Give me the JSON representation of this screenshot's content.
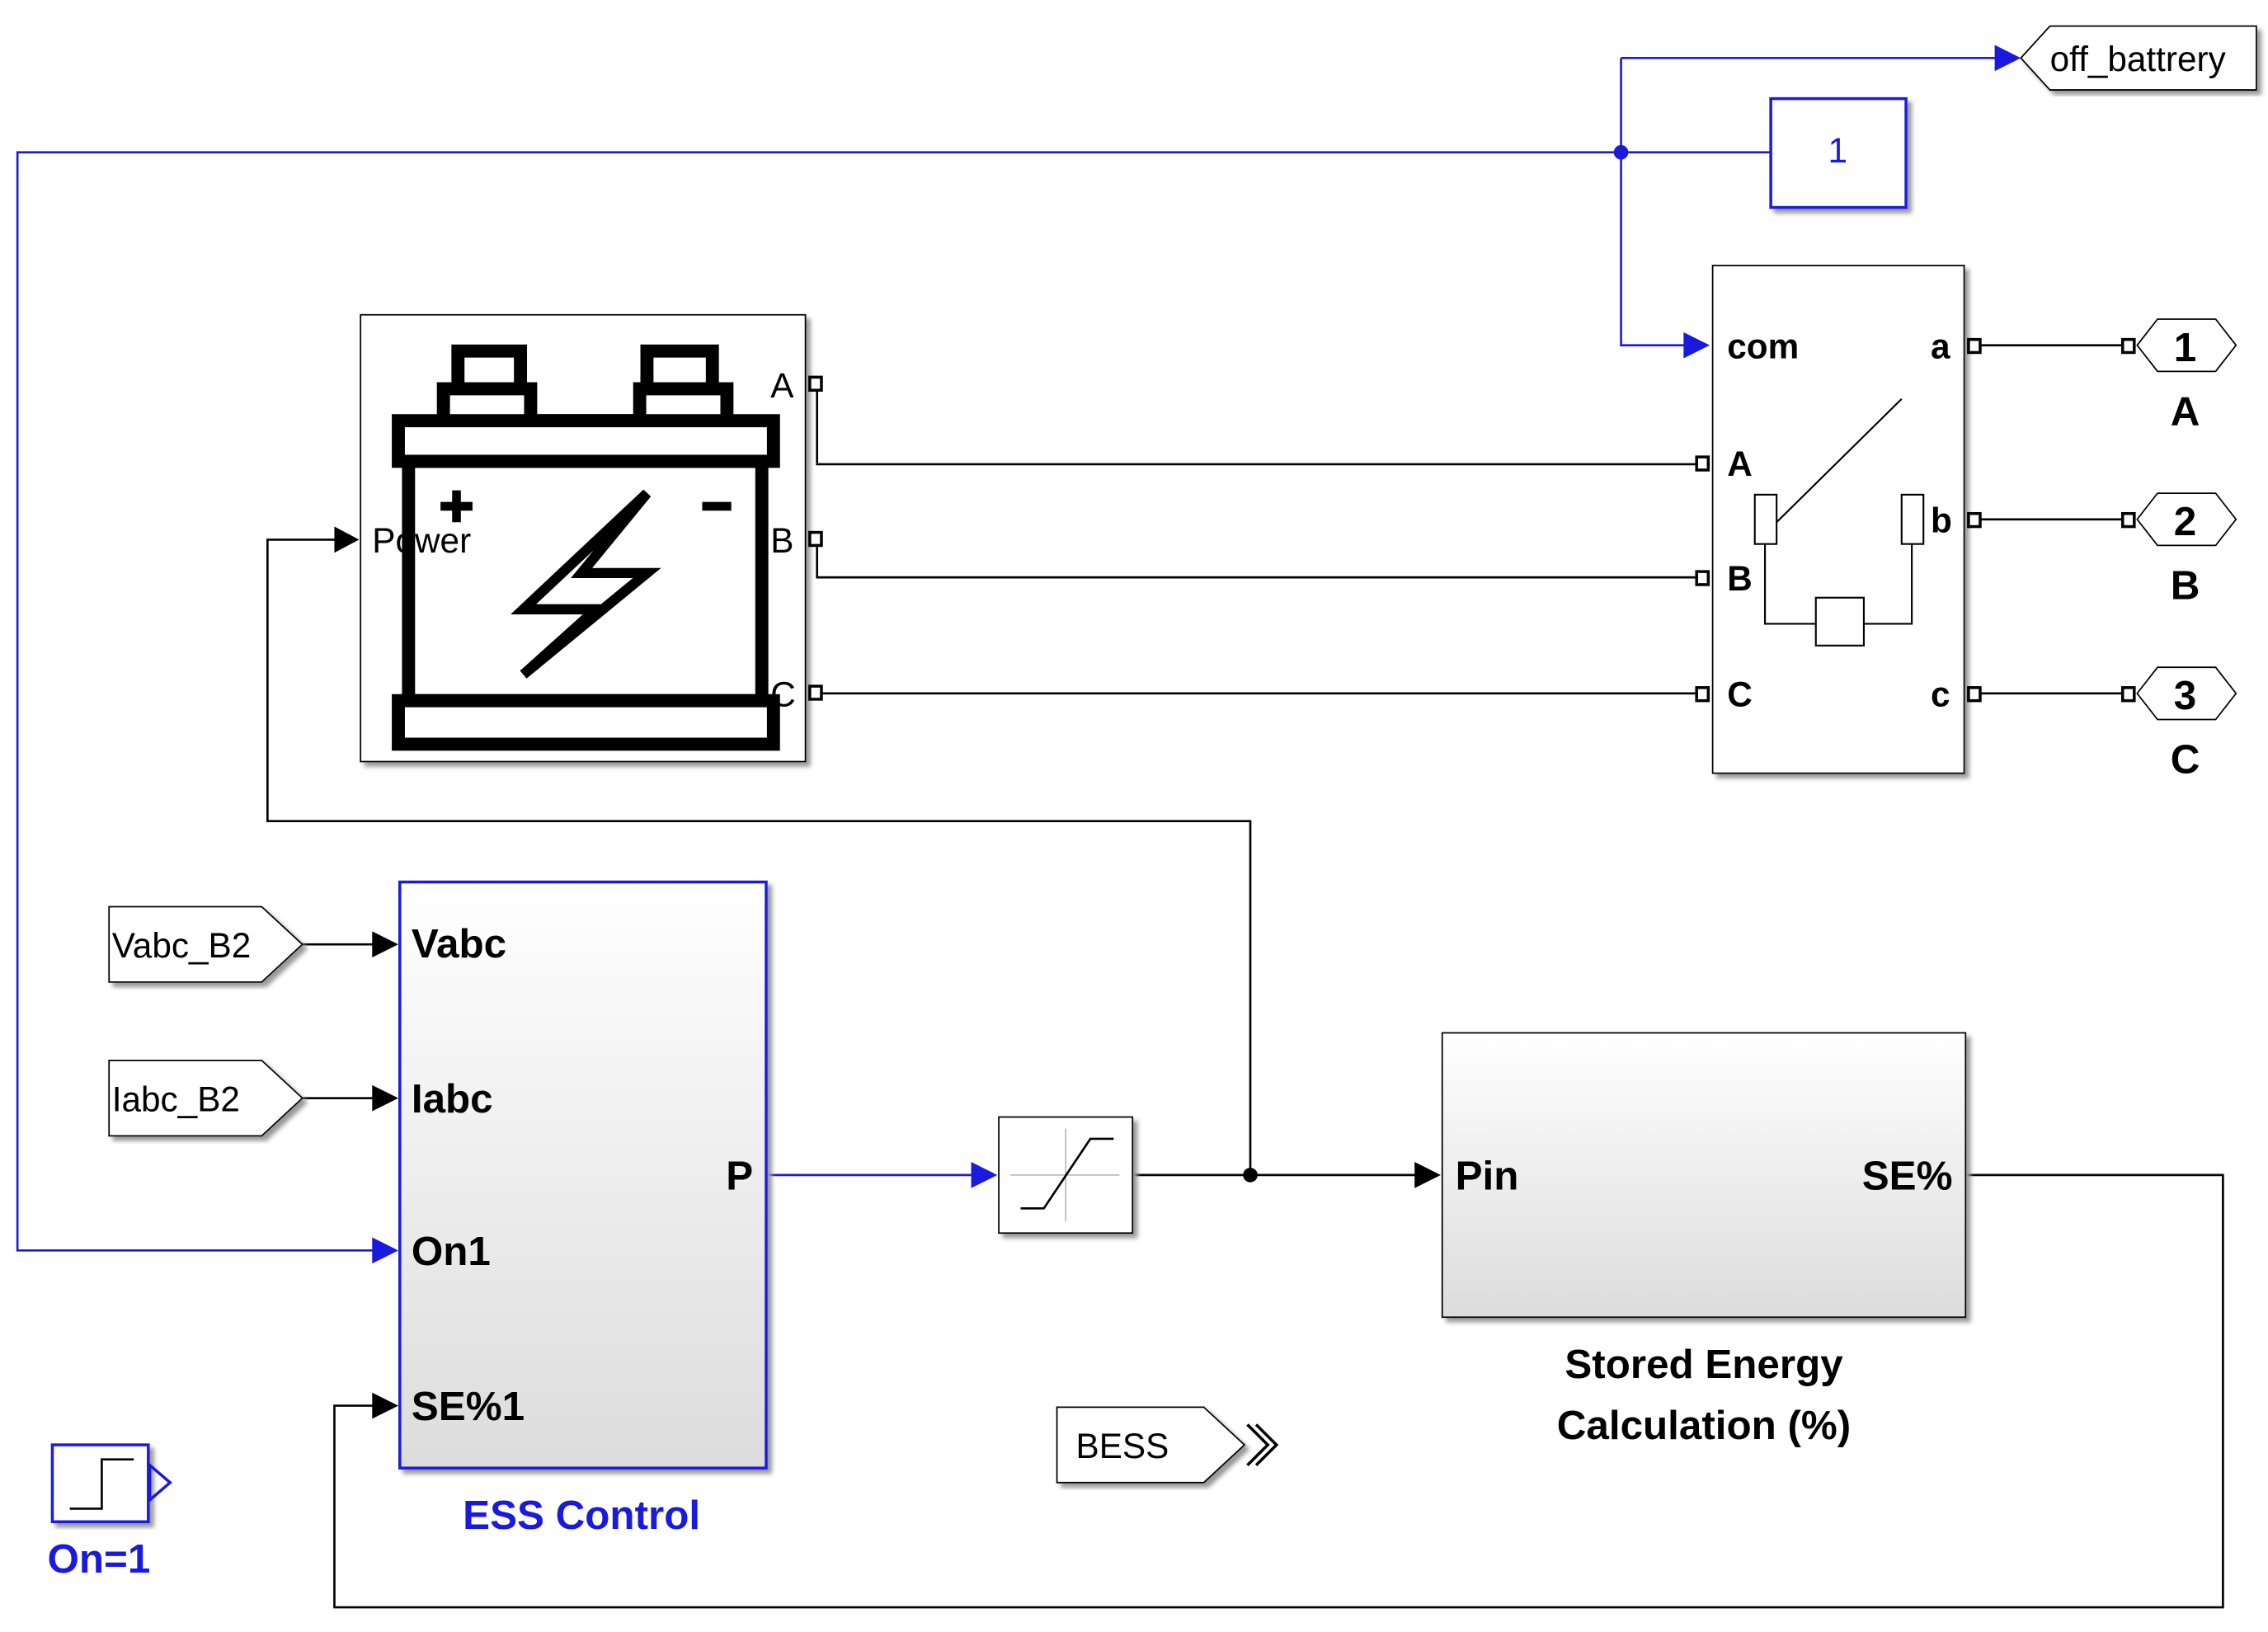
{
  "colors": {
    "signal_blue": "#1a1adf",
    "line_black": "#000000",
    "block_gradient_bottom": "#dcdcdc"
  },
  "goto_off_battery": {
    "label": "off_battrery"
  },
  "constant_block": {
    "value": "1"
  },
  "battery": {
    "icon": "battery-icon",
    "ports": {
      "power": "Power",
      "a": "A",
      "b": "B",
      "c": "C"
    }
  },
  "breaker": {
    "ports": {
      "com": "com",
      "A": "A",
      "B": "B",
      "C": "C",
      "a": "a",
      "b": "b",
      "c": "c"
    }
  },
  "outports": [
    {
      "num": "1",
      "label": "A"
    },
    {
      "num": "2",
      "label": "B"
    },
    {
      "num": "3",
      "label": "C"
    }
  ],
  "from_vabc": {
    "label": "Vabc_B2"
  },
  "from_iabc": {
    "label": "Iabc_B2"
  },
  "ess_control": {
    "title": "ESS Control",
    "inputs": [
      "Vabc",
      "Iabc",
      "On1",
      "SE%1"
    ],
    "output": "P"
  },
  "saturation": {
    "icon": "saturation-icon"
  },
  "stored_energy": {
    "title_line1": "Stored Energy",
    "title_line2": "Calculation (%)",
    "input": "Pin",
    "output": "SE%"
  },
  "goto_bess": {
    "label": "BESS"
  },
  "step_block": {
    "label": "On=1",
    "icon": "step-icon"
  }
}
